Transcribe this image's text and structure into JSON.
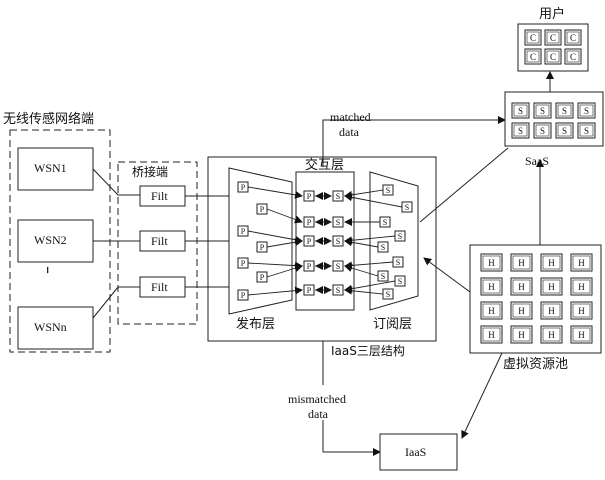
{
  "wsn": {
    "region_title": "无线传感网络端",
    "nodes": [
      "WSN1",
      "WSN2",
      "WSNn"
    ],
    "ellipsis": "......"
  },
  "bridge": {
    "title": "桥接端",
    "filters": [
      "Filt",
      "Filt",
      "Filt"
    ]
  },
  "iaas_structure": {
    "caption": "IaaS三层结构",
    "layer_publish": "发布层",
    "layer_exchange": "交互层",
    "layer_subscribe": "订阅层",
    "pub_label": "P",
    "sub_label": "S"
  },
  "users": {
    "title": "用户",
    "cell_label": "C",
    "count": 6
  },
  "saas": {
    "name": "SaaS",
    "cell_label": "S",
    "count": 8
  },
  "resource_pool": {
    "name": "虚拟资源池",
    "cell_label": "H",
    "count": 16
  },
  "iaas_box": {
    "name": "IaaS"
  },
  "flows": {
    "matched": [
      "matched",
      "data"
    ],
    "mismatched": [
      "mismatched",
      "data"
    ]
  }
}
